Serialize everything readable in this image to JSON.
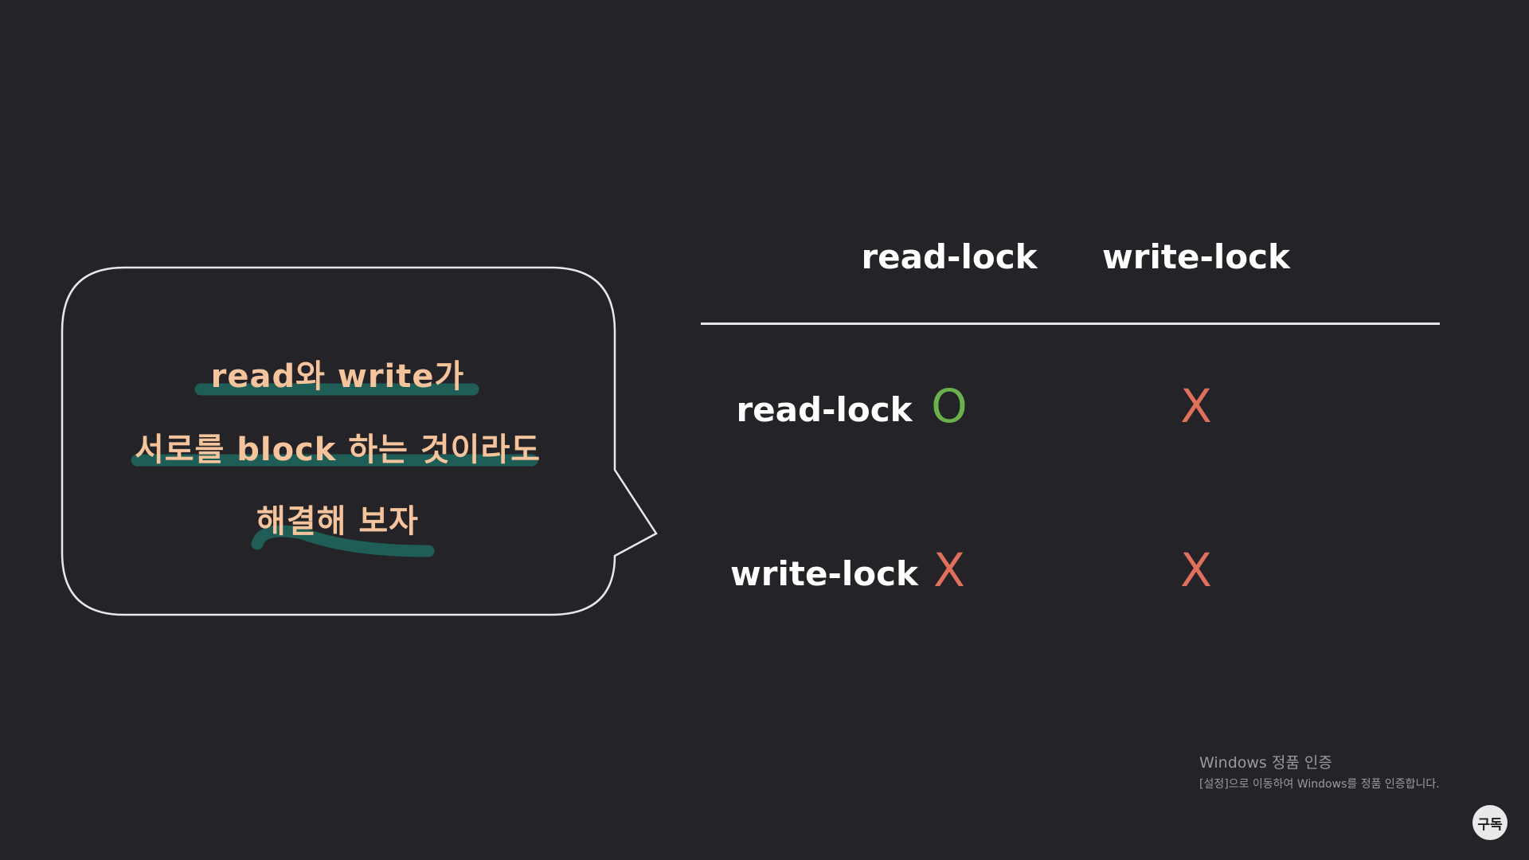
{
  "bubble": {
    "lines": [
      "read와 write가",
      "서로를 block 하는 것이라도",
      "해결해 보자"
    ],
    "text_color": "#f5c39c",
    "underline_color": "#1f5d57",
    "outline_color": "#e8e8ec"
  },
  "lock_table": {
    "columns": [
      "read-lock",
      "write-lock"
    ],
    "rows": [
      {
        "label": "read-lock",
        "cells": [
          "O",
          "X"
        ]
      },
      {
        "label": "write-lock",
        "cells": [
          "X",
          "X"
        ]
      }
    ],
    "compatible_color": "#6ab04c",
    "incompatible_color": "#e0705c"
  },
  "watermark": {
    "title": "Windows 정품 인증",
    "subtitle": "[설정]으로 이동하여 Windows를 정품 인증합니다."
  },
  "subscribe": {
    "label": "구독"
  }
}
